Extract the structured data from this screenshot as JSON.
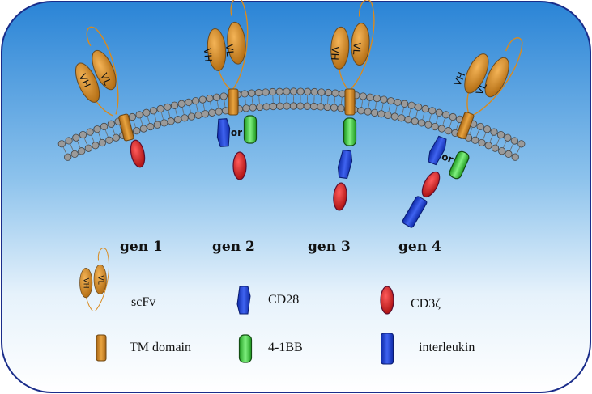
{
  "diagram": {
    "domain_labels": {
      "heavy": "VH",
      "light": "VL"
    },
    "or_label": "or",
    "generations": [
      "gen 1",
      "gen 2",
      "gen 3",
      "gen 4"
    ],
    "legend": {
      "scfv": "scFv",
      "cd28": "CD28",
      "cd3z": "CD3ζ",
      "tm": "TM domain",
      "bb": "4-1BB",
      "il": "interleukin"
    }
  },
  "colors": {
    "panel_top": "#2a84d6",
    "panel_bottom": "#ffffff",
    "panel_border": "#1a2d8a",
    "scfv_orange": "#d98a1e",
    "cd28_blue": "#1f3fd0",
    "bb_green": "#33cc33",
    "cd3z_red": "#d11b1b",
    "membrane_bead": "#9a9a9a"
  }
}
